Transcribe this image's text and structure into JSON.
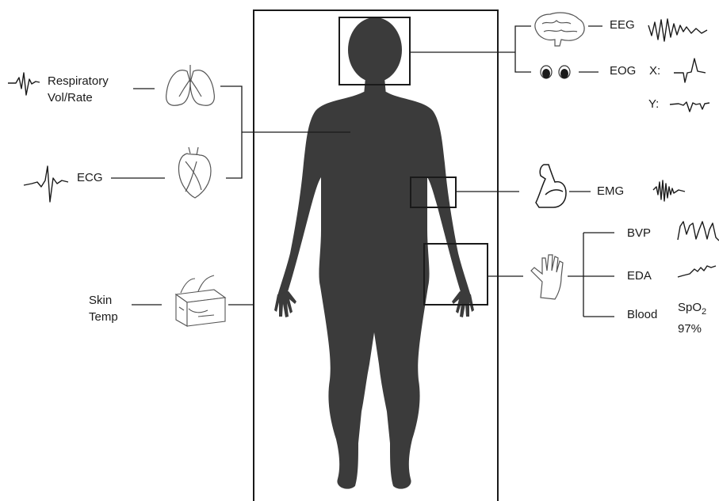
{
  "left_signals": {
    "respiratory": {
      "line1": "Respiratory",
      "line2": "Vol/Rate",
      "icon": "lungs-icon"
    },
    "ecg": {
      "label": "ECG",
      "icon": "heart-icon"
    },
    "skin_temp": {
      "line1": "Skin",
      "line2": "Temp",
      "icon": "skin-icon"
    }
  },
  "right_signals": {
    "eeg": {
      "label": "EEG",
      "icon": "brain-icon"
    },
    "eog": {
      "label": "EOG",
      "x_label": "X:",
      "y_label": "Y:",
      "icon": "eyes-icon"
    },
    "emg": {
      "label": "EMG",
      "icon": "flexed-arm-icon"
    },
    "hand_icon": "hand-icon",
    "bvp": {
      "label": "BVP"
    },
    "eda": {
      "label": "EDA"
    },
    "blood": {
      "label": "Blood",
      "spo2_prefix": "SpO",
      "spo2_subscript": "2",
      "spo2_value": "97%"
    }
  },
  "colors": {
    "silhouette": "#3b3b3b",
    "line": "#1a1a1a",
    "icon_stroke": "#555555"
  }
}
